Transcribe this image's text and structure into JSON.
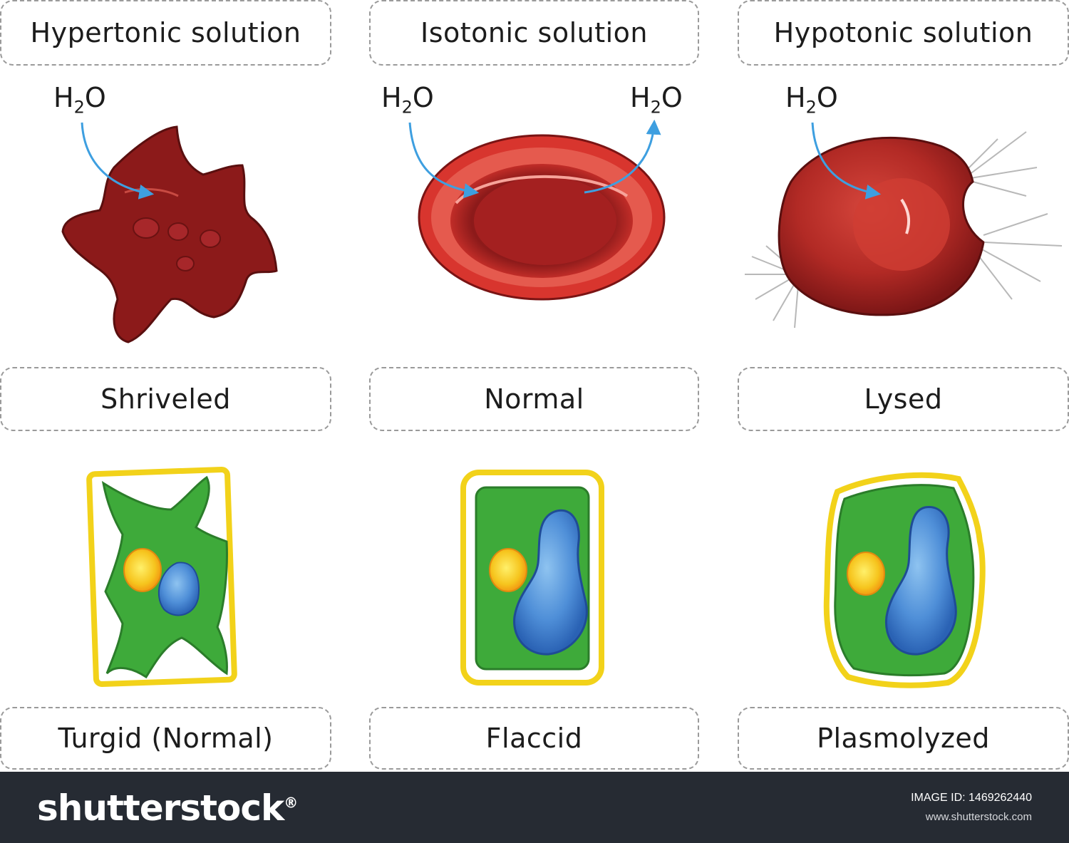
{
  "headers": {
    "hypertonic": "Hypertonic solution",
    "isotonic": "Isotonic solution",
    "hypotonic": "Hypotonic solution"
  },
  "water": {
    "formula_prefix": "H",
    "formula_subscript": "2",
    "formula_suffix": "O"
  },
  "animal_states": {
    "hypertonic": "Shriveled",
    "isotonic": "Normal",
    "hypotonic": "Lysed"
  },
  "plant_states": {
    "hypotonic": "Turgid (Normal)",
    "isotonic": "Flaccid",
    "hypertonic": "Plasmolyzed"
  },
  "footer": {
    "brand": "shutterstock",
    "image_id_label": "IMAGE ID:",
    "image_id": "1469262440",
    "url": "www.shutterstock.com"
  },
  "colors": {
    "arrow": "#3e9fe0",
    "blood_dark": "#8c1a1a",
    "blood_red": "#d8352e",
    "cell_wall": "#f2d21a",
    "cytoplasm": "#3eaa3a",
    "vacuole": "#2a62b4",
    "nucleus": "#f6b71a",
    "footer_bg": "#262b33"
  }
}
